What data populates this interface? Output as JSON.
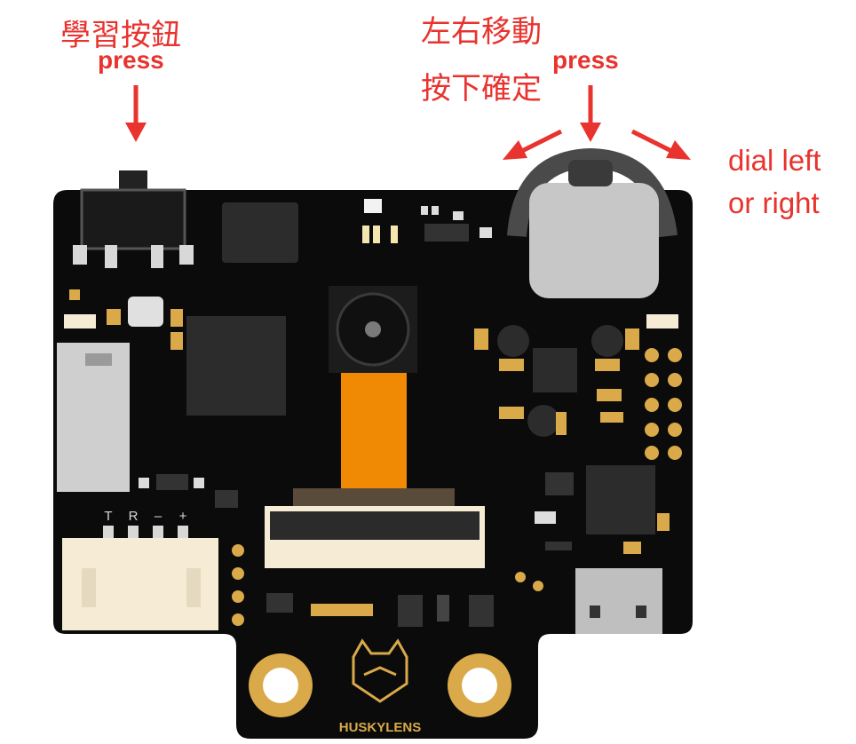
{
  "labels": {
    "learn_button_zh": "學習按鈕",
    "learn_press": "press",
    "dial_move_zh": "左右移動",
    "dial_confirm_zh": "按下確定",
    "dial_press": "press",
    "dial_left": "dial left",
    "dial_right": "or right"
  },
  "board": {
    "pins": [
      "T",
      "R",
      "–",
      "+"
    ],
    "brand": "HUSKYLENS"
  },
  "colors": {
    "annotation": "#e8332e",
    "pcb": "#0b0b0b",
    "gold": "#d9a94a",
    "ribbon": "#f08a05",
    "connector": "#f6ecd6"
  }
}
